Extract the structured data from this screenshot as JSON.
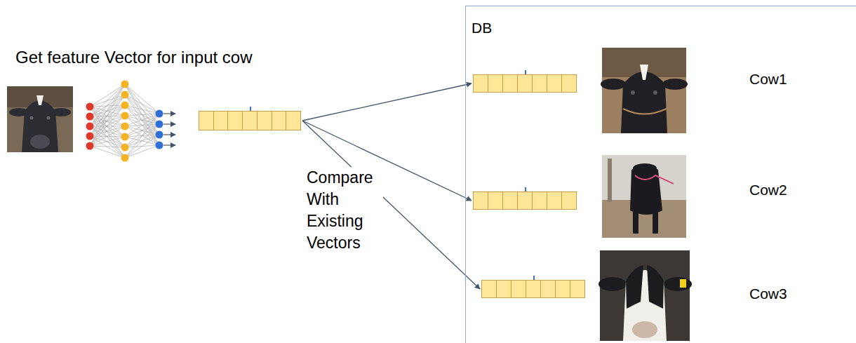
{
  "diagram": {
    "nodes": [
      {
        "text": []
      },
      {
        "text": [
          "DB"
        ]
      },
      {
        "text": [],
        "in": 1
      },
      {
        "text": [],
        "in": 1
      },
      {
        "text": [],
        "in": 1
      }
    ],
    "edges": [
      {
        "from": 0,
        "to": 2,
        "arrow": "to"
      },
      {
        "from": 0,
        "to": 3,
        "arrow": "to"
      },
      {
        "from": 0,
        "to": 4,
        "arrow": "to"
      }
    ],
    "labels": [
      "Get feature Vector for input cow",
      "Compare With Existing Vectors",
      "Cow1",
      "Cow2",
      "Cow3"
    ]
  }
}
